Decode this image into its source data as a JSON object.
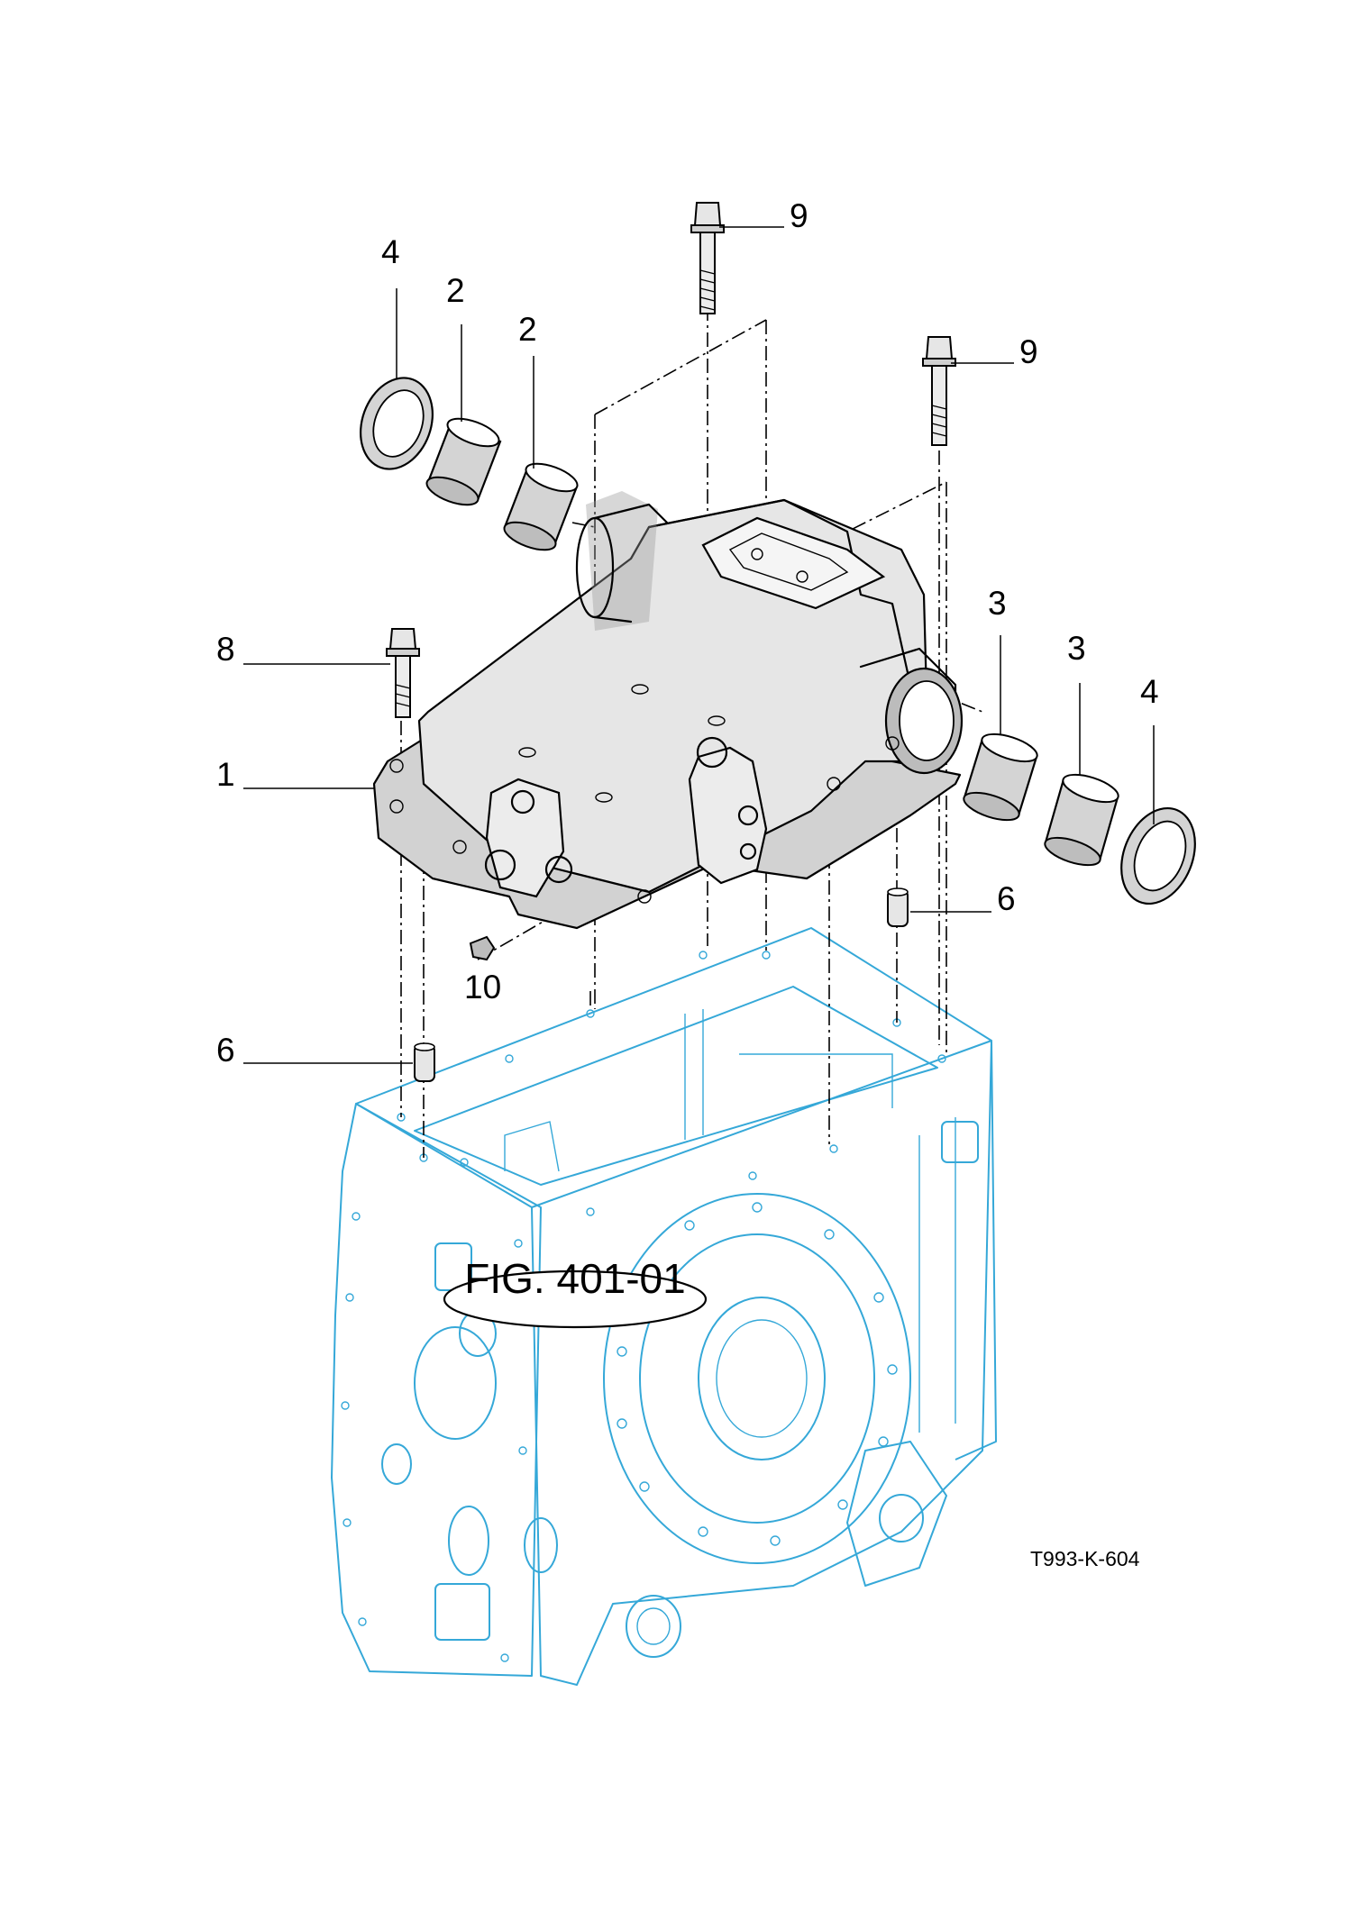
{
  "figure_reference": "FIG. 401-01",
  "drawing_code": "T993-K-604",
  "callouts": {
    "seal_left": "4",
    "bush_left_outer": "2",
    "bush_left_inner": "2",
    "bolt_top": "9",
    "bolt_right": "9",
    "bush_right_inner": "3",
    "bush_right_outer": "3",
    "seal_right": "4",
    "bolt_left": "8",
    "cover": "1",
    "pin_right": "6",
    "pin_left": "6",
    "plug": "10"
  },
  "colors": {
    "part_ink": "#000000",
    "housing_ink": "#35a8d8",
    "shade": "#d2d2d2"
  }
}
